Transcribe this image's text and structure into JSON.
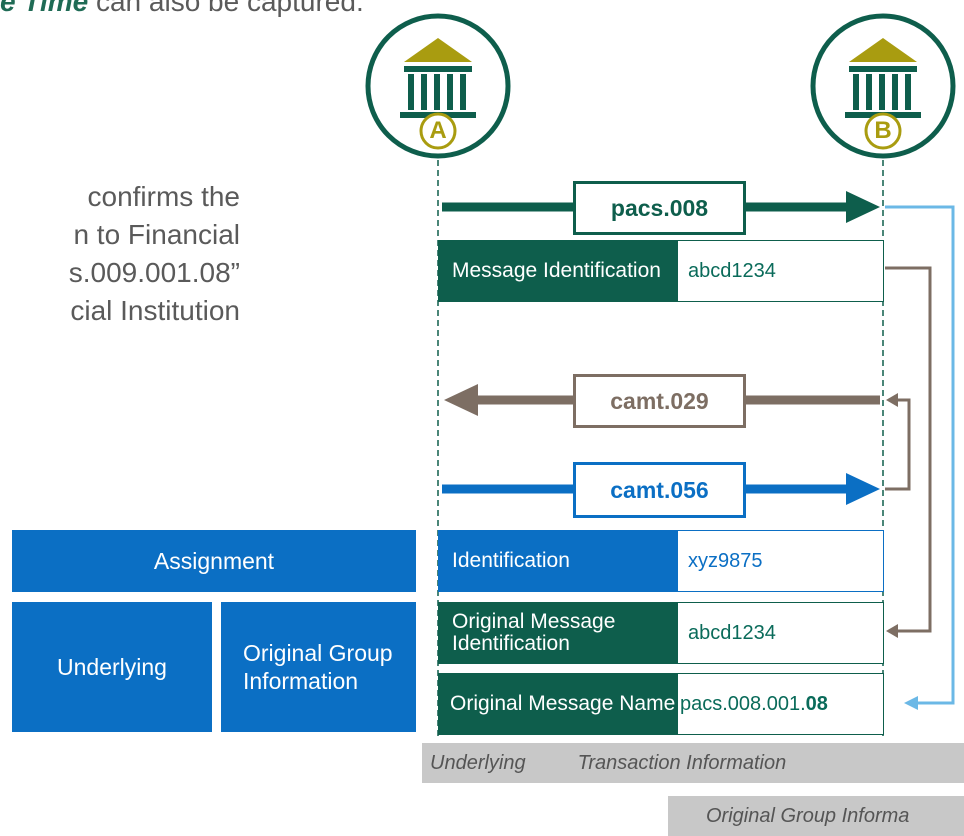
{
  "top_fragment": {
    "bold": "e Time",
    "rest": " can also be captured."
  },
  "left_text": [
    " confirms the",
    "n to Financial",
    "s.009.001.08”",
    "cial Institution"
  ],
  "banks": {
    "a_label": "A",
    "b_label": "B"
  },
  "messages": {
    "pacs": "pacs.008",
    "camt029": "camt.029",
    "camt056": "camt.056"
  },
  "pacs_block": {
    "header": "Message Identification",
    "value": "abcd1234"
  },
  "camt056_block": {
    "row1": {
      "header": "Identification",
      "value": "xyz9875"
    },
    "row2": {
      "header": "Original Message Identification",
      "value": "abcd1234"
    },
    "row3": {
      "header": "Original Message Name Identification",
      "value_prefix": "pacs.008.001.",
      "value_bold": "08"
    }
  },
  "assignment": {
    "title": "Assignment",
    "underlying": "Underlying",
    "original_group": "Original Group Information"
  },
  "bottom_band": {
    "label1": "Underlying",
    "label2": "Transaction Information"
  },
  "bottom_band2": {
    "label": "Original Group Informa"
  },
  "colors": {
    "teal": "#0e5e4c",
    "olive": "#a99c10",
    "gray_brown": "#7d6e63",
    "blue": "#0b6fc4",
    "light_blue": "#6bb8e6"
  }
}
